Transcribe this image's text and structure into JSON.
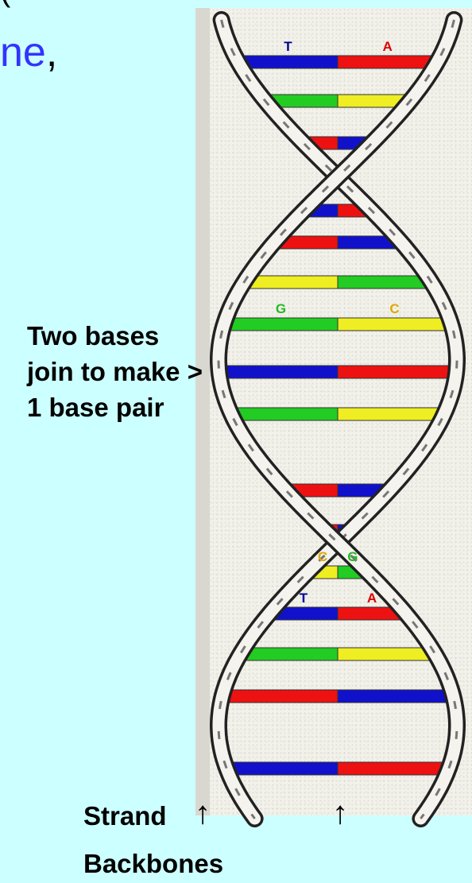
{
  "slide": {
    "top_fragment": "(",
    "heading_word": "ne",
    "heading_punct": ","
  },
  "diagram": {
    "callout_text": "Two bases\njoin to make >\n1 base pair",
    "strand_label": "Strand",
    "arrow_glyph": "↑",
    "backbones_label": "Backbones",
    "base_colors": {
      "A": "#ee1111",
      "T": "#1111cc",
      "G": "#22cc22",
      "C": "#eeee22"
    },
    "label_colors": {
      "A": "#dd0000",
      "T": "#000099",
      "G": "#22bb22",
      "C": "#e0a800"
    },
    "base_pairs": [
      [
        "T",
        "A"
      ],
      [
        "G",
        "C"
      ],
      [
        "A",
        "T"
      ],
      [
        "T",
        "A"
      ],
      [
        "A",
        "T"
      ],
      [
        "C",
        "G"
      ],
      [
        "G",
        "C"
      ],
      [
        "T",
        "A"
      ],
      [
        "G",
        "C"
      ],
      [
        "A",
        "T"
      ],
      [
        "A",
        "T"
      ],
      [
        "C",
        "G"
      ],
      [
        "T",
        "A"
      ],
      [
        "G",
        "C"
      ],
      [
        "A",
        "T"
      ],
      [
        "T",
        "A"
      ]
    ],
    "base_labels": [
      {
        "letter": "T",
        "pair_index": 0,
        "side": 0
      },
      {
        "letter": "A",
        "pair_index": 0,
        "side": 1
      },
      {
        "letter": "G",
        "pair_index": 6,
        "side": 0
      },
      {
        "letter": "C",
        "pair_index": 6,
        "side": 1
      },
      {
        "letter": "C",
        "pair_index": 11,
        "side": 0
      },
      {
        "letter": "G",
        "pair_index": 11,
        "side": 1
      },
      {
        "letter": "T",
        "pair_index": 12,
        "side": 0
      },
      {
        "letter": "A",
        "pair_index": 12,
        "side": 1
      }
    ]
  }
}
